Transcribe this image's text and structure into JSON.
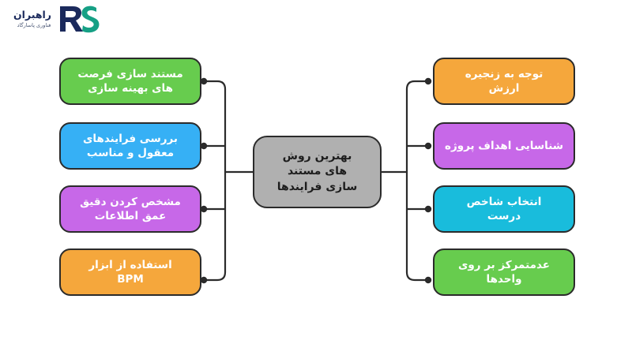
{
  "logo": {
    "name": "rahbaran-pasargad-logo",
    "main_text": "راهبران",
    "sub_text": "فناوری پاسارگاد",
    "mark_text": "RS",
    "color_dark": "#1b2a5c",
    "color_accent": "#16a085"
  },
  "diagram": {
    "type": "mind-map",
    "background": "#ffffff",
    "center": {
      "label": "بهترین روش\nهای مستند\nسازی فرایندها",
      "color": "#b0b0b0",
      "text_color": "#1d1d1d"
    },
    "connector_color": "#2b2b2b",
    "left_branches": [
      {
        "label": "مستند سازی فرصت\nهای بهینه سازی",
        "color": "#67cc4e"
      },
      {
        "label": "بررسی فرایندهای\nمعقول و مناسب",
        "color": "#36b0f5"
      },
      {
        "label": "مشخص کردن دقیق\nعمق اطلاعات",
        "color": "#c768e8"
      },
      {
        "label": "استفاده از ابزار\nBPM",
        "color": "#f5a73c"
      }
    ],
    "right_branches": [
      {
        "label": "توجه به زنجیره\nارزش",
        "color": "#f5a73c"
      },
      {
        "label": "شناسایی اهداف پروژه",
        "color": "#c768e8"
      },
      {
        "label": "انتخاب شاخص\nدرست",
        "color": "#19bcdc"
      },
      {
        "label": "عدمتمرکز بر روی واحدها",
        "color": "#67cc4e"
      }
    ]
  }
}
